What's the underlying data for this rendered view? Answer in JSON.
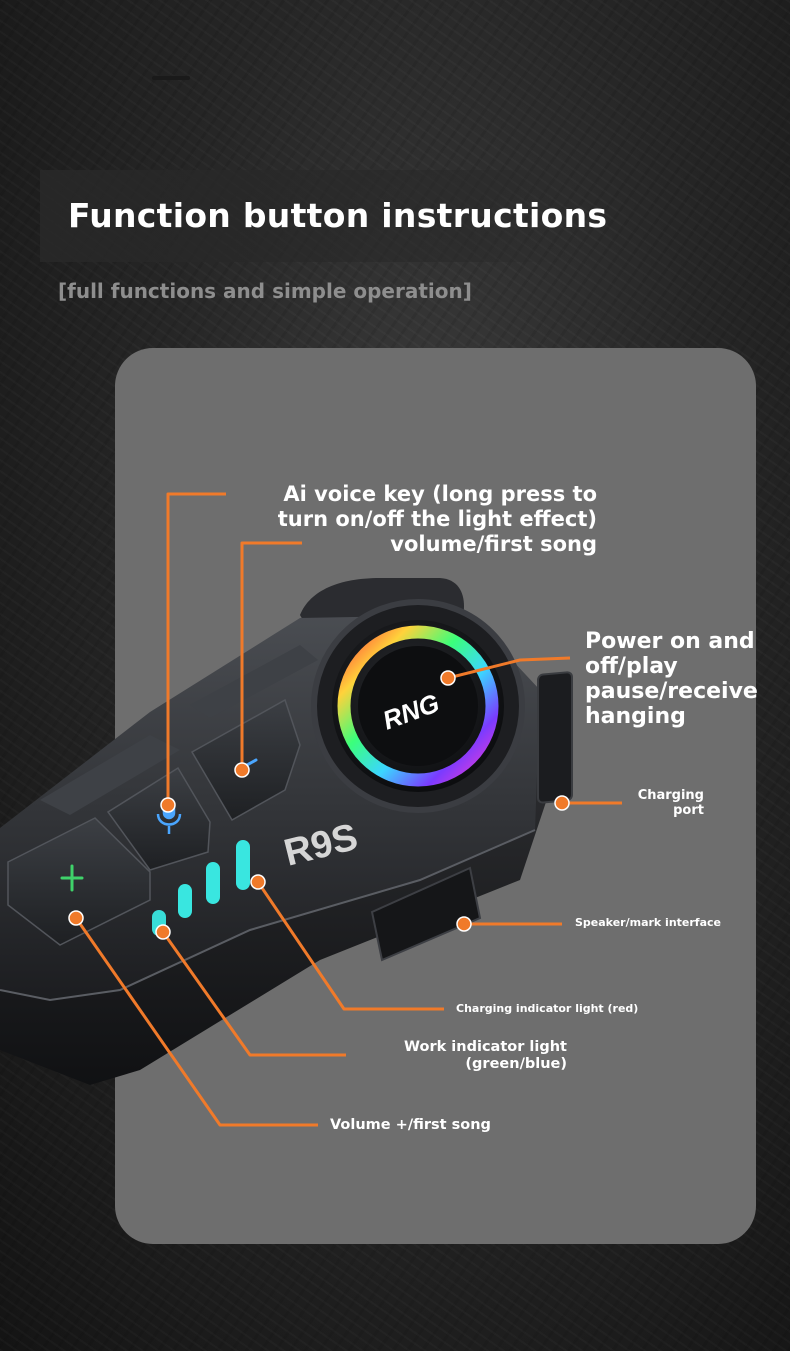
{
  "header": {
    "title": "Function button instructions",
    "subtitle": "[full functions and simple operation]"
  },
  "device": {
    "model": "R9S",
    "logo": "RNG"
  },
  "callouts": {
    "ai_voice_key": [
      "Ai voice key (long press to",
      "turn on/off the light effect)",
      "volume/first song"
    ],
    "power": [
      "Power on and",
      "off/play",
      "pause/receive",
      "hanging"
    ],
    "charging_port": [
      "Charging",
      "port"
    ],
    "speaker_interface": "Speaker/mark interface",
    "charging_indicator": "Charging indicator light (red)",
    "work_indicator": [
      "Work indicator light",
      "(green/blue)"
    ],
    "volume_plus": "Volume +/first song"
  },
  "colors": {
    "accent": "#f07a2a",
    "panel": "#6e6e6e",
    "led": "#39e6e0",
    "ring": [
      "#ff3b3b",
      "#ffd23b",
      "#3bff7a",
      "#3bd6ff",
      "#7a3bff",
      "#ff3bd0"
    ]
  },
  "icons": {
    "mic_key": "microphone-icon",
    "plus_key": "plus-icon",
    "minus_key": "minus-icon"
  }
}
